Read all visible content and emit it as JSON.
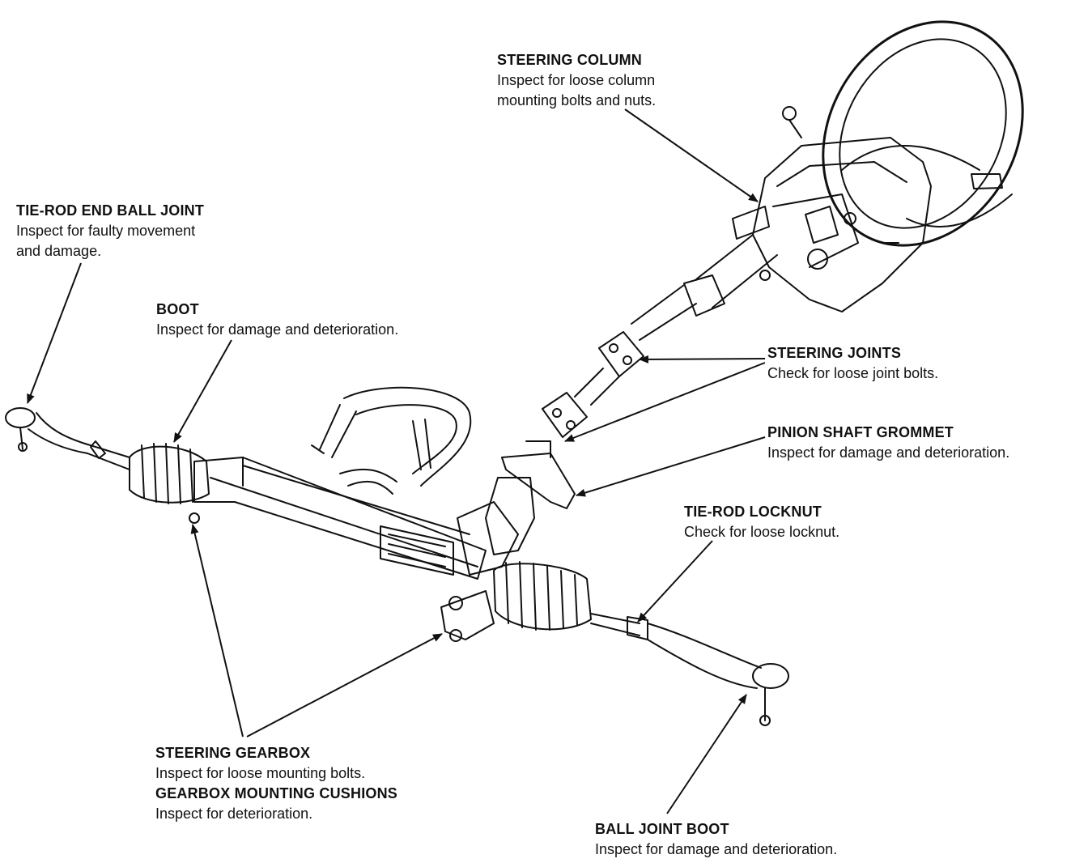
{
  "callouts": {
    "steering_column": {
      "title": "STEERING COLUMN",
      "desc": "Inspect for loose column\nmounting bolts and nuts."
    },
    "tie_rod_end_ball_joint": {
      "title": "TIE-ROD END BALL JOINT",
      "desc": "Inspect for faulty movement\nand damage."
    },
    "boot": {
      "title": "BOOT",
      "desc": "Inspect for damage and deterioration."
    },
    "steering_joints": {
      "title": "STEERING JOINTS",
      "desc": "Check for loose joint bolts."
    },
    "pinion_shaft_grommet": {
      "title": "PINION SHAFT GROMMET",
      "desc": "Inspect for damage and deterioration."
    },
    "tie_rod_locknut": {
      "title": "TIE-ROD LOCKNUT",
      "desc": "Check for loose locknut."
    },
    "steering_gearbox": {
      "title": "STEERING GEARBOX",
      "desc": "Inspect for loose mounting bolts."
    },
    "gearbox_mounting_cushions": {
      "title": "GEARBOX MOUNTING CUSHIONS",
      "desc": "Inspect for deterioration."
    },
    "ball_joint_boot": {
      "title": "BALL JOINT BOOT",
      "desc": "Inspect for damage and deterioration."
    }
  },
  "colors": {
    "ink": "#111111",
    "paper": "#ffffff"
  }
}
